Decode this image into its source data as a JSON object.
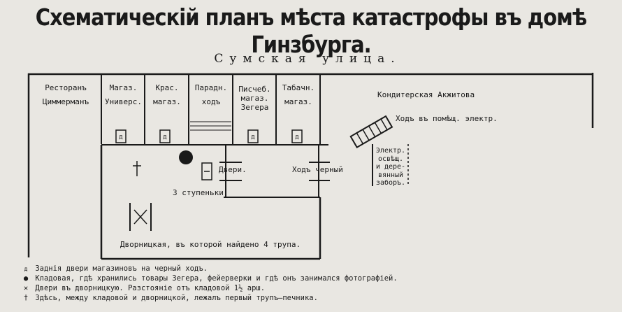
{
  "title": "Схематическiй планъ мѣста катастрофы въ домѣ Гинзбурга.",
  "street": "Сумская улица.",
  "shops": [
    {
      "line1": "Ресторанъ",
      "line2": "Циммерманъ"
    },
    {
      "line1": "Магаз.",
      "line2": "Универс."
    },
    {
      "line1": "Крас.",
      "line2": "магаз."
    },
    {
      "line1": "Парадн.",
      "line2": "ходъ"
    },
    {
      "line1": "Писчеб.",
      "line2": "магаз.",
      "line3": "Зегера"
    },
    {
      "line1": "Табачн.",
      "line2": "магаз."
    }
  ],
  "door_mark": "д",
  "confectionery": "Кондитерская Акжитова",
  "passage": "Ходъ въ помѣщ. электр.",
  "fence": [
    "Электр.",
    "освѣщ.",
    "и дере-",
    "вянный",
    "заборъ."
  ],
  "doors": "Двери.",
  "back_entrance": "Ходъ черный",
  "steps": "3 ступеньки.",
  "janitor_room": "Дворницкая, въ которой найдено 4 трупа.",
  "legend": [
    {
      "symbol": "д",
      "text": "Заднiя двери магазиновъ на черный ходъ."
    },
    {
      "symbol": "●",
      "text": "Кладовая, гдѣ хранились товары Зегера, фейерверки и гдѣ онъ занимался фотографiей."
    },
    {
      "symbol": "✕",
      "text": "Двери въ дворницкую. Разстоянiе отъ кладовой 1½ арш."
    },
    {
      "symbol": "†",
      "text": "Здѣсь, между кладовой и дворницкой, лежалъ первый трупъ—печника."
    }
  ]
}
